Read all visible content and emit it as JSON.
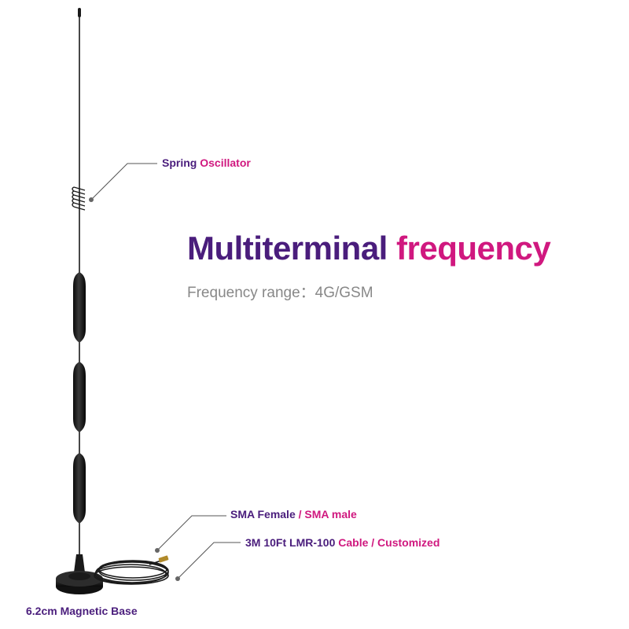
{
  "headline": {
    "part1": "Multiterminal",
    "part2": "frequency"
  },
  "subline": {
    "label": "Frequency range：",
    "value": "4G/GSM"
  },
  "callouts": {
    "spring": {
      "part1": "Spring ",
      "part2": "Oscillator"
    },
    "sma": {
      "part1": "SMA Female ",
      "part2": "/ SMA male"
    },
    "cable": {
      "part1": "3M 10Ft LMR-100 ",
      "part2": "Cable / Customized"
    },
    "base": {
      "part1": "6.2cm ",
      "part2": "Magnetic Base"
    }
  },
  "colors": {
    "purple": "#4a1d7c",
    "magenta": "#d0187f",
    "gray": "#888888",
    "antenna": "#1a1a1a"
  }
}
